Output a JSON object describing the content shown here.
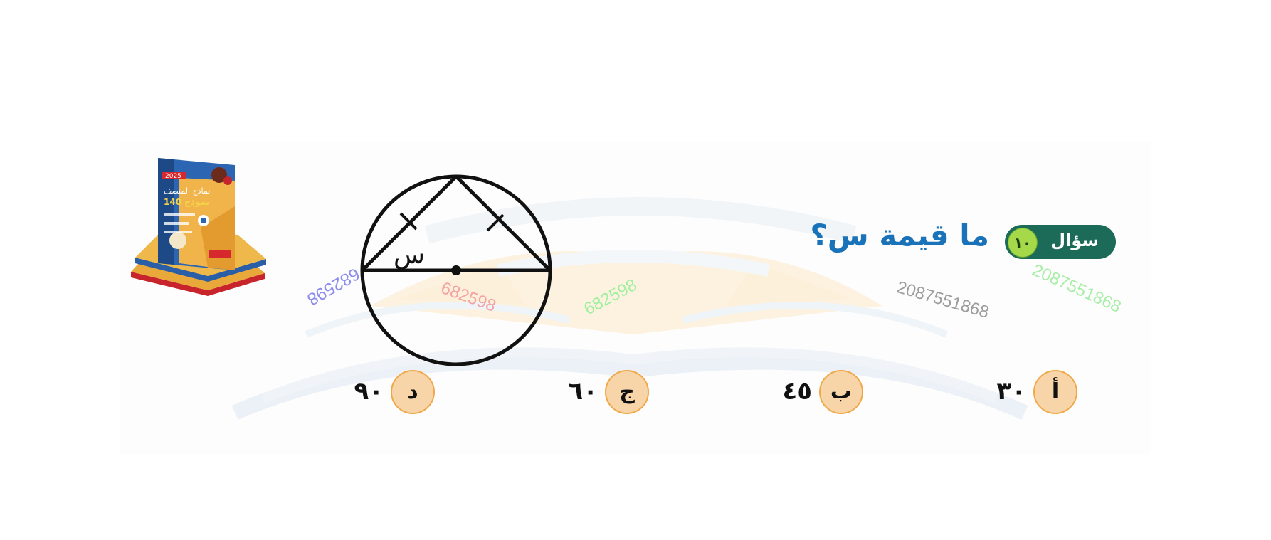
{
  "question": {
    "badge_label": "سؤال",
    "number": "١٠",
    "text": "ما قيمة س؟"
  },
  "figure": {
    "angle_label": "س"
  },
  "choices": [
    {
      "letter": "أ",
      "value": "٣٠"
    },
    {
      "letter": "ب",
      "value": "٤٥"
    },
    {
      "letter": "ج",
      "value": "٦٠"
    },
    {
      "letter": "د",
      "value": "٩٠"
    }
  ],
  "overlay_codes": [
    {
      "text": "682598",
      "color": "#8b8bf0"
    },
    {
      "text": "682598",
      "color": "#f4a3a3"
    },
    {
      "text": "682598",
      "color": "#9ef09e"
    },
    {
      "text": "2087551868",
      "color": "#9c9c9c"
    },
    {
      "text": "2087551868",
      "color": "#a8eea8"
    }
  ],
  "book_cover": {
    "year": "2025",
    "title": "نماذج المنصف",
    "count": "140 نموذج"
  },
  "colors": {
    "title_blue": "#1a72b8",
    "badge_green": "#1c6b59",
    "number_green": "#a6d94a",
    "choice_fill": "#f7d5a8",
    "choice_border": "#f0a84a"
  }
}
